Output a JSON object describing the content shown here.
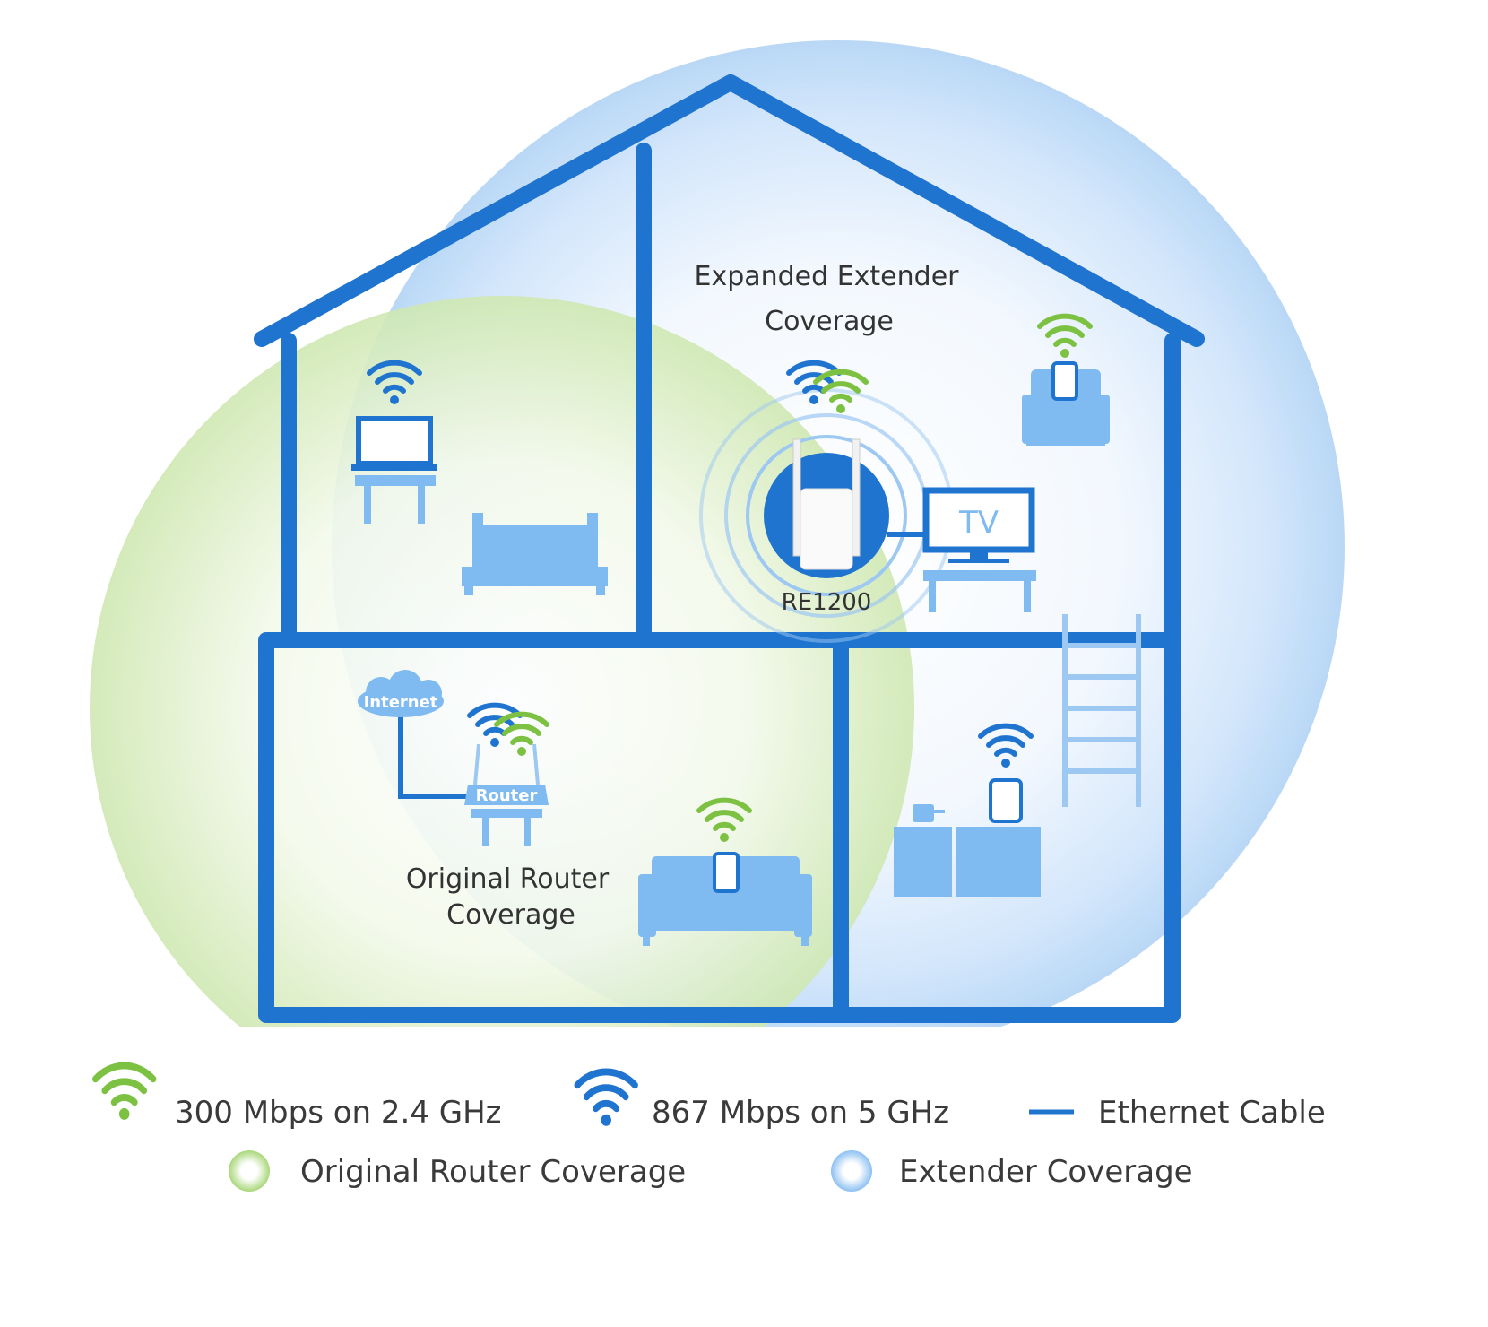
{
  "labels": {
    "extender_coverage_line1": "Expanded Extender",
    "extender_coverage_line2": "Coverage",
    "router_coverage_line1": "Original Router",
    "router_coverage_line2": "Coverage",
    "extender_model": "RE1200",
    "internet": "Internet",
    "router": "Router",
    "tv": "TV"
  },
  "legend": {
    "wifi_24": "300 Mbps on 2.4 GHz",
    "wifi_5": "867 Mbps on 5 GHz",
    "ethernet": "Ethernet Cable",
    "router_coverage": "Original Router Coverage",
    "extender_coverage": "Extender Coverage"
  },
  "colors": {
    "house": "#1f74d0",
    "furniture": "#7fbaf0",
    "green": "#7cc142",
    "blue": "#1f74d0"
  }
}
